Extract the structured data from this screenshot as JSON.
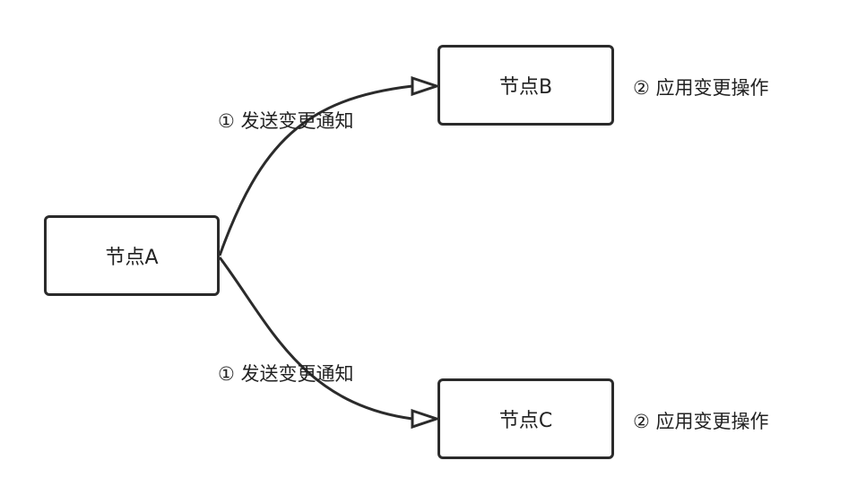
{
  "nodes": {
    "a": "节点A",
    "b": "节点B",
    "c": "节点C"
  },
  "edge_labels": {
    "a_to_b": "① 发送变更通知",
    "a_to_c": "① 发送变更通知"
  },
  "node_notes": {
    "b": "② 应用变更操作",
    "c": "② 应用变更操作"
  },
  "colors": {
    "stroke": "#2b2b2b",
    "text": "#222222",
    "background": "#ffffff"
  }
}
